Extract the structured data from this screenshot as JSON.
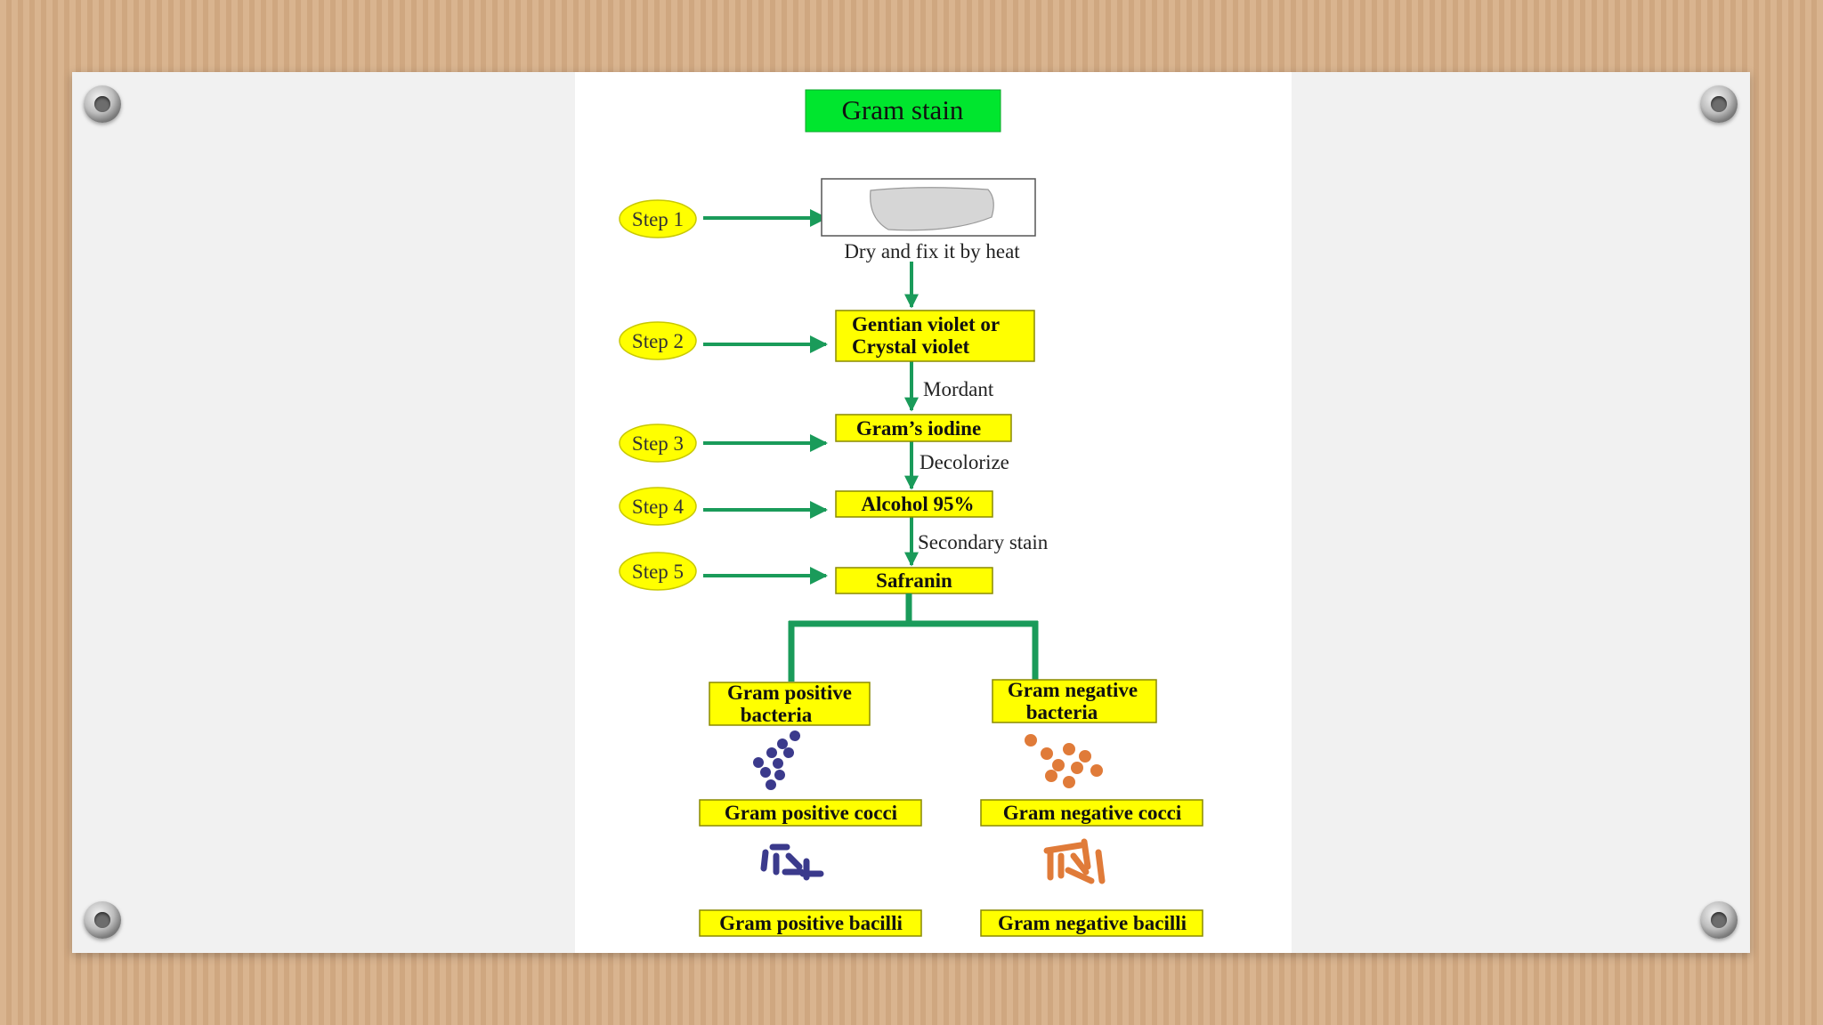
{
  "title": "Gram stain",
  "steps": [
    {
      "label": "Step 1"
    },
    {
      "label": "Step 2"
    },
    {
      "label": "Step 3"
    },
    {
      "label": "Step 4"
    },
    {
      "label": "Step 5"
    }
  ],
  "slide_caption": "Dry and fix it by heat",
  "boxes": {
    "gentian_line1": "Gentian violet or",
    "gentian_line2": "Crystal violet",
    "iodine": "Gram’s iodine",
    "alcohol": "Alcohol 95%",
    "safranin": "Safranin"
  },
  "arrow_labels": {
    "mordant": "Mordant",
    "decolorize": "Decolorize",
    "secondary": "Secondary stain"
  },
  "results": {
    "positive_bacteria_line1": "Gram positive",
    "positive_bacteria_line2": "bacteria",
    "negative_bacteria_line1": "Gram negative",
    "negative_bacteria_line2": "bacteria",
    "positive_cocci": "Gram positive cocci",
    "negative_cocci": "Gram negative cocci",
    "positive_bacilli": "Gram positive bacilli",
    "negative_bacilli": "Gram negative bacilli"
  },
  "colors": {
    "title_bg": "#00e62e",
    "box_fill": "#ffff00",
    "arrow": "#1a9b5a",
    "positive_stain": "#3b3a8c",
    "negative_stain": "#e07b39"
  }
}
